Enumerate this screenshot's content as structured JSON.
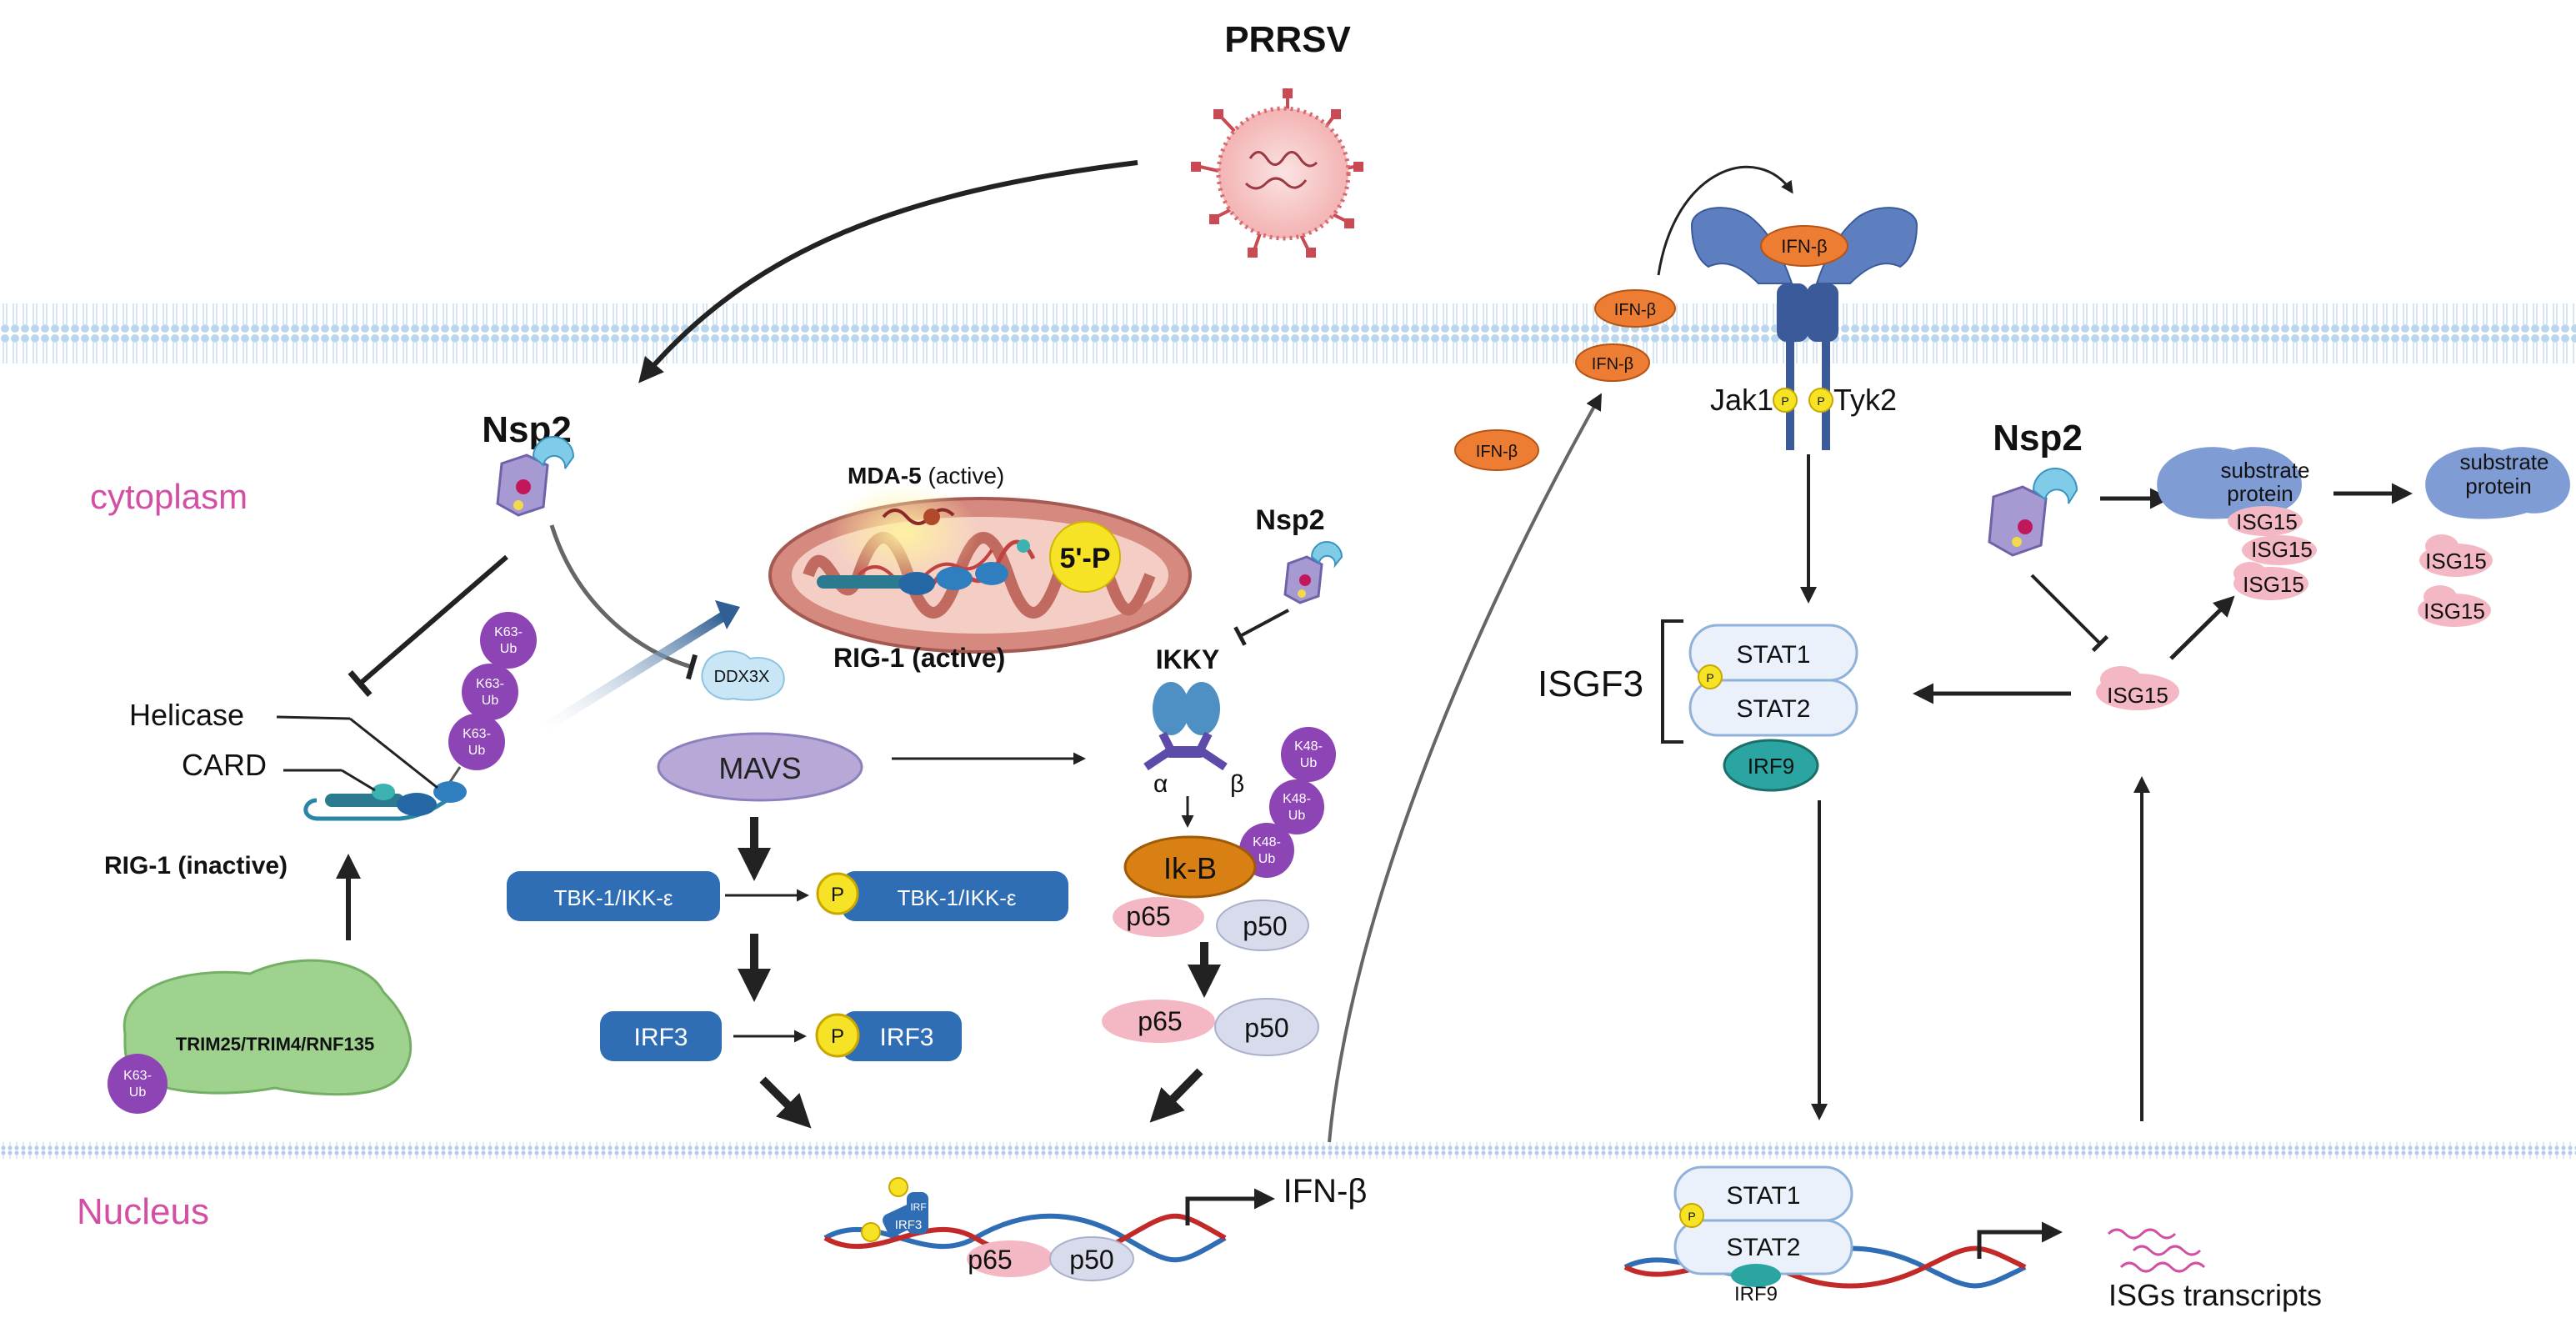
{
  "virus": {
    "label": "PRRSV"
  },
  "compartments": {
    "cytoplasm": "cytoplasm",
    "nucleus": "Nucleus"
  },
  "nsp2": {
    "left": "Nsp2",
    "mid": "Nsp2",
    "right": "Nsp2"
  },
  "rig1": {
    "helicase": "Helicase",
    "card": "CARD",
    "inactive": "RIG-1 (inactive)",
    "active": "RIG-1 (active)",
    "mda5_bold": "MDA-5",
    "mda5_rest": " (active)",
    "five_p": "5'-P",
    "ddx3x": "DDX3X"
  },
  "ub": {
    "k63a": "K63-",
    "k63b": "Ub",
    "k48a": "K48-",
    "k48b": "Ub"
  },
  "trim": "TRIM25/TRIM4/RNF135",
  "signaling": {
    "mavs": "MAVS",
    "tbk": "TBK-1/IKK-ε",
    "tbk_p": "TBK-1/IKK-ε",
    "irf3": "IRF3",
    "irf3_p": "IRF3",
    "phospho": "P",
    "ikky": "IKKY",
    "alpha": "α",
    "beta": "β",
    "ikb": "Ik-B",
    "p65": "p65",
    "p50": "p50"
  },
  "ifn": {
    "ifnb": "IFN-β",
    "output": "IFN-β",
    "jak1": "Jak1",
    "tyk2": "Tyk2"
  },
  "jakstat": {
    "isgf3": "ISGF3",
    "stat1": "STAT1",
    "stat2": "STAT2",
    "irf9": "IRF9",
    "nuc_irf9": "IRF9"
  },
  "isg": {
    "isg15": "ISG15",
    "substrate1": "substrate",
    "substrate2": "protein",
    "transcripts": "ISGs transcripts"
  },
  "dna_labels": {
    "irf3_small": "IRF3",
    "irf_small": "IRF"
  }
}
